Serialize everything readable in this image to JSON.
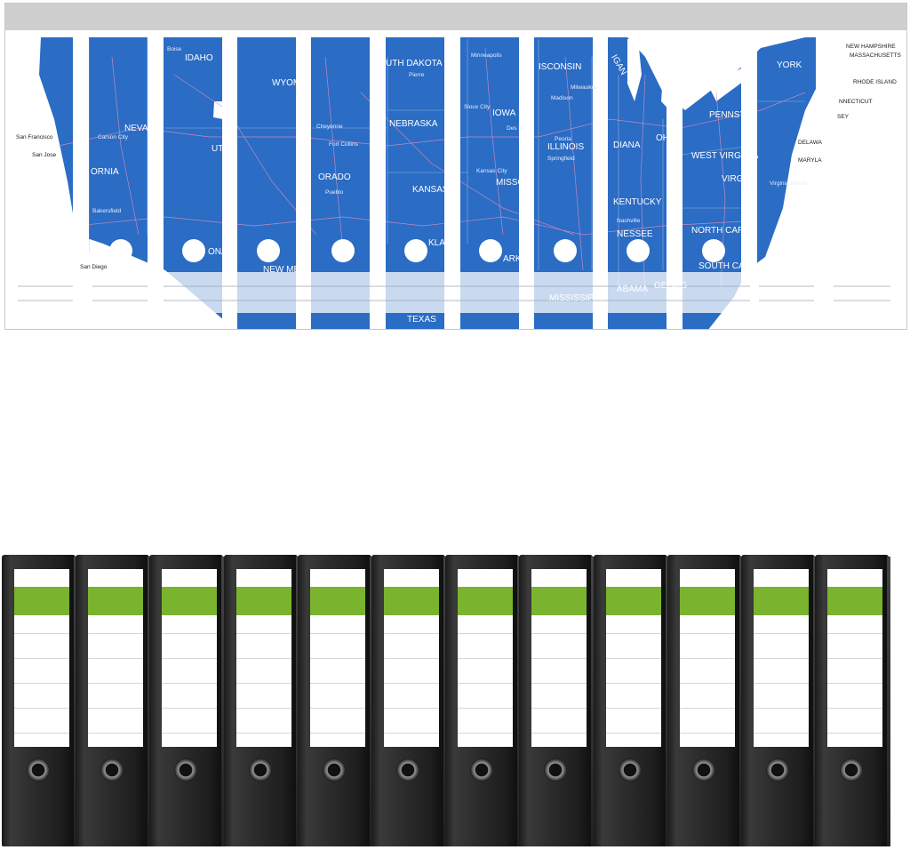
{
  "map_labels": {
    "idaho": "IDAHO",
    "nevada": "NEVA",
    "california": "ORNIA",
    "utah": "UT",
    "wyoming": "WYOM",
    "colorado": "ORADO",
    "south_dakota": "UTH DAKOTA",
    "nebraska": "NEBRASKA",
    "kansas": "KANSAS",
    "iowa": "IOWA",
    "missouri": "MISSO",
    "wisconsin": "ISCONSIN",
    "illinois": "ILLINOIS",
    "michigan": "IGAN",
    "indiana": "DIANA",
    "ohio": "OH",
    "kentucky": "KENTUCKY",
    "tennessee": "NESSEE",
    "pennsylvania": "PENNSY",
    "west_virginia": "WEST VIRGINIA",
    "virginia": "VIRG",
    "north_carolina": "NORTH CARO",
    "south_carolina": "SOUTH CAROLINA",
    "new_york": "YORK",
    "new_hampshire": "NEW HAMPSHIRE",
    "massachusetts": "MASSACHUSETTS",
    "rhode_island": "RHODE ISLAND",
    "connecticut": "NNECTICUT",
    "new_jersey": "SEY",
    "delaware": "DELAWA",
    "maryland": "MARYLA",
    "texas": "TEXAS",
    "new_mexico": "NEW ME",
    "oklahoma": "KLAH",
    "arkansas": "ARKA",
    "mississippi": "MISSISSIPPI",
    "alabama": "ABAMA",
    "georgia": "GEORG",
    "arizona": "ONA"
  },
  "map_cities": {
    "san_francisco": "San Francisco",
    "san_jose": "San Jose",
    "bakersfield": "Bakersfield",
    "san_diego": "San Diego",
    "carson_city": "Carson City",
    "boise": "Boise",
    "cheyenne": "Cheyenne",
    "fort_collins": "Fort Collins",
    "pueblo": "Pueblo",
    "minneapolis": "Minneapolis",
    "sioux_city": "Sioux City",
    "kansas_city": "Kansas City",
    "milwaukee": "Milwaukee",
    "springfield": "Springfield",
    "nashville": "Nashville",
    "virginia_beach": "Virginia Beach",
    "pierre": "Pierre",
    "madison": "Madison",
    "des_moines": "Des M",
    "peoria": "Peoria"
  },
  "colors": {
    "ocean_blue": "#2b6cc4",
    "label_green": "#7ab32d",
    "binder_black": "#222222",
    "header_gray": "#cfcfcf"
  },
  "binders": {
    "count": 12,
    "label_accent_color": "#7ab32d",
    "ring_hole_icon": "ring-hole-icon"
  }
}
